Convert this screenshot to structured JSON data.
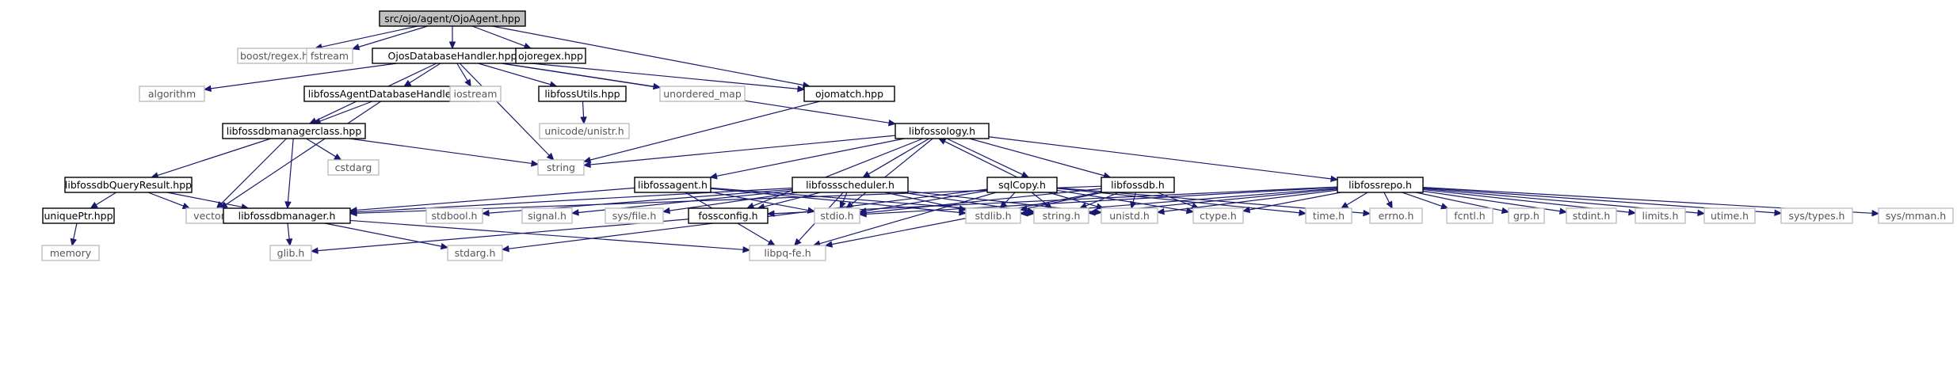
{
  "diagram": {
    "nodes": [
      {
        "id": "root",
        "label": "src/ojo/agent/OjoAgent.hpp",
        "kind": "root"
      },
      {
        "id": "boost_regex",
        "label": "boost/regex.hpp",
        "kind": "ext"
      },
      {
        "id": "fstream",
        "label": "fstream",
        "kind": "ext"
      },
      {
        "id": "ojosdb",
        "label": "OjosDatabaseHandler.hpp",
        "kind": "doc"
      },
      {
        "id": "ojoregex",
        "label": "ojoregex.hpp",
        "kind": "doc"
      },
      {
        "id": "algorithm",
        "label": "algorithm",
        "kind": "ext"
      },
      {
        "id": "agentdbh",
        "label": "libfossAgentDatabaseHandler.hpp",
        "kind": "doc"
      },
      {
        "id": "iostream",
        "label": "iostream",
        "kind": "ext"
      },
      {
        "id": "utils",
        "label": "libfossUtils.hpp",
        "kind": "doc"
      },
      {
        "id": "unordered_map",
        "label": "unordered_map",
        "kind": "ext"
      },
      {
        "id": "ojomatch",
        "label": "ojomatch.hpp",
        "kind": "doc"
      },
      {
        "id": "dbmgrclass",
        "label": "libfossdbmanagerclass.hpp",
        "kind": "doc"
      },
      {
        "id": "unistr",
        "label": "unicode/unistr.h",
        "kind": "ext"
      },
      {
        "id": "libfossology",
        "label": "libfossology.h",
        "kind": "doc"
      },
      {
        "id": "cstdarg",
        "label": "cstdarg",
        "kind": "ext"
      },
      {
        "id": "string",
        "label": "string",
        "kind": "ext"
      },
      {
        "id": "queryresult",
        "label": "libfossdbQueryResult.hpp",
        "kind": "doc"
      },
      {
        "id": "agent_h",
        "label": "libfossagent.h",
        "kind": "doc"
      },
      {
        "id": "scheduler_h",
        "label": "libfossscheduler.h",
        "kind": "doc"
      },
      {
        "id": "sqlcopy",
        "label": "sqlCopy.h",
        "kind": "doc"
      },
      {
        "id": "db_h",
        "label": "libfossdb.h",
        "kind": "doc"
      },
      {
        "id": "repo_h",
        "label": "libfossrepo.h",
        "kind": "doc"
      },
      {
        "id": "uniqueptr",
        "label": "uniquePtr.hpp",
        "kind": "doc"
      },
      {
        "id": "vector",
        "label": "vector",
        "kind": "ext"
      },
      {
        "id": "dbmanager_h",
        "label": "libfossdbmanager.h",
        "kind": "doc"
      },
      {
        "id": "stdbool",
        "label": "stdbool.h",
        "kind": "ext"
      },
      {
        "id": "signal",
        "label": "signal.h",
        "kind": "ext"
      },
      {
        "id": "sysfile",
        "label": "sys/file.h",
        "kind": "ext"
      },
      {
        "id": "fossconfig",
        "label": "fossconfig.h",
        "kind": "doc"
      },
      {
        "id": "stdio",
        "label": "stdio.h",
        "kind": "ext"
      },
      {
        "id": "stdlib",
        "label": "stdlib.h",
        "kind": "ext"
      },
      {
        "id": "string_h",
        "label": "string.h",
        "kind": "ext"
      },
      {
        "id": "unistd",
        "label": "unistd.h",
        "kind": "ext"
      },
      {
        "id": "ctype",
        "label": "ctype.h",
        "kind": "ext"
      },
      {
        "id": "time_h",
        "label": "time.h",
        "kind": "ext"
      },
      {
        "id": "errno",
        "label": "errno.h",
        "kind": "ext"
      },
      {
        "id": "fcntl",
        "label": "fcntl.h",
        "kind": "ext"
      },
      {
        "id": "grp",
        "label": "grp.h",
        "kind": "ext"
      },
      {
        "id": "stdint",
        "label": "stdint.h",
        "kind": "ext"
      },
      {
        "id": "limits",
        "label": "limits.h",
        "kind": "ext"
      },
      {
        "id": "utime",
        "label": "utime.h",
        "kind": "ext"
      },
      {
        "id": "systypes",
        "label": "sys/types.h",
        "kind": "ext"
      },
      {
        "id": "sysmman",
        "label": "sys/mman.h",
        "kind": "ext"
      },
      {
        "id": "memory",
        "label": "memory",
        "kind": "ext"
      },
      {
        "id": "glib",
        "label": "glib.h",
        "kind": "ext"
      },
      {
        "id": "stdarg",
        "label": "stdarg.h",
        "kind": "ext"
      },
      {
        "id": "libpq",
        "label": "libpq-fe.h",
        "kind": "ext"
      }
    ],
    "edges": [
      [
        "root",
        "boost_regex"
      ],
      [
        "root",
        "fstream"
      ],
      [
        "root",
        "ojosdb"
      ],
      [
        "root",
        "ojoregex"
      ],
      [
        "root",
        "ojomatch"
      ],
      [
        "ojosdb",
        "algorithm"
      ],
      [
        "ojosdb",
        "agentdbh"
      ],
      [
        "ojosdb",
        "iostream"
      ],
      [
        "ojosdb",
        "utils"
      ],
      [
        "ojosdb",
        "unordered_map"
      ],
      [
        "ojosdb",
        "ojomatch"
      ],
      [
        "ojosdb",
        "dbmgrclass"
      ],
      [
        "ojosdb",
        "libfossology"
      ],
      [
        "ojosdb",
        "string"
      ],
      [
        "agentdbh",
        "dbmgrclass"
      ],
      [
        "agentdbh",
        "vector"
      ],
      [
        "utils",
        "unistr"
      ],
      [
        "ojomatch",
        "string"
      ],
      [
        "dbmgrclass",
        "queryresult"
      ],
      [
        "dbmgrclass",
        "cstdarg"
      ],
      [
        "dbmgrclass",
        "string"
      ],
      [
        "dbmgrclass",
        "vector"
      ],
      [
        "dbmgrclass",
        "dbmanager_h"
      ],
      [
        "queryresult",
        "uniqueptr"
      ],
      [
        "queryresult",
        "vector"
      ],
      [
        "queryresult",
        "dbmanager_h"
      ],
      [
        "uniqueptr",
        "memory"
      ],
      [
        "dbmanager_h",
        "glib"
      ],
      [
        "dbmanager_h",
        "stdarg"
      ],
      [
        "dbmanager_h",
        "libpq"
      ],
      [
        "libfossology",
        "string"
      ],
      [
        "libfossology",
        "agent_h"
      ],
      [
        "libfossology",
        "scheduler_h"
      ],
      [
        "libfossology",
        "sqlcopy"
      ],
      [
        "libfossology",
        "db_h"
      ],
      [
        "libfossology",
        "repo_h"
      ],
      [
        "libfossology",
        "stdio"
      ],
      [
        "libfossology",
        "fossconfig"
      ],
      [
        "agent_h",
        "dbmanager_h"
      ],
      [
        "agent_h",
        "stdio"
      ],
      [
        "agent_h",
        "stdlib"
      ],
      [
        "agent_h",
        "string_h"
      ],
      [
        "agent_h",
        "libpq"
      ],
      [
        "scheduler_h",
        "dbmanager_h"
      ],
      [
        "scheduler_h",
        "stdbool"
      ],
      [
        "scheduler_h",
        "signal"
      ],
      [
        "scheduler_h",
        "sysfile"
      ],
      [
        "scheduler_h",
        "fossconfig"
      ],
      [
        "scheduler_h",
        "stdio"
      ],
      [
        "scheduler_h",
        "stdlib"
      ],
      [
        "scheduler_h",
        "string_h"
      ],
      [
        "scheduler_h",
        "unistd"
      ],
      [
        "scheduler_h",
        "libpq"
      ],
      [
        "sqlcopy",
        "libfossology"
      ],
      [
        "sqlcopy",
        "stdio"
      ],
      [
        "sqlcopy",
        "stdlib"
      ],
      [
        "sqlcopy",
        "string_h"
      ],
      [
        "sqlcopy",
        "unistd"
      ],
      [
        "sqlcopy",
        "ctype"
      ],
      [
        "sqlcopy",
        "time_h"
      ],
      [
        "sqlcopy",
        "errno"
      ],
      [
        "sqlcopy",
        "libpq"
      ],
      [
        "sqlcopy",
        "stdarg"
      ],
      [
        "db_h",
        "dbmanager_h"
      ],
      [
        "db_h",
        "stdio"
      ],
      [
        "db_h",
        "stdlib"
      ],
      [
        "db_h",
        "string_h"
      ],
      [
        "db_h",
        "unistd"
      ],
      [
        "db_h",
        "ctype"
      ],
      [
        "db_h",
        "libpq"
      ],
      [
        "repo_h",
        "fossconfig"
      ],
      [
        "repo_h",
        "stdio"
      ],
      [
        "repo_h",
        "stdlib"
      ],
      [
        "repo_h",
        "string_h"
      ],
      [
        "repo_h",
        "unistd"
      ],
      [
        "repo_h",
        "ctype"
      ],
      [
        "repo_h",
        "time_h"
      ],
      [
        "repo_h",
        "errno"
      ],
      [
        "repo_h",
        "fcntl"
      ],
      [
        "repo_h",
        "grp"
      ],
      [
        "repo_h",
        "stdint"
      ],
      [
        "repo_h",
        "limits"
      ],
      [
        "repo_h",
        "utime"
      ],
      [
        "repo_h",
        "systypes"
      ],
      [
        "repo_h",
        "sysmman"
      ],
      [
        "fossconfig",
        "glib"
      ]
    ]
  }
}
